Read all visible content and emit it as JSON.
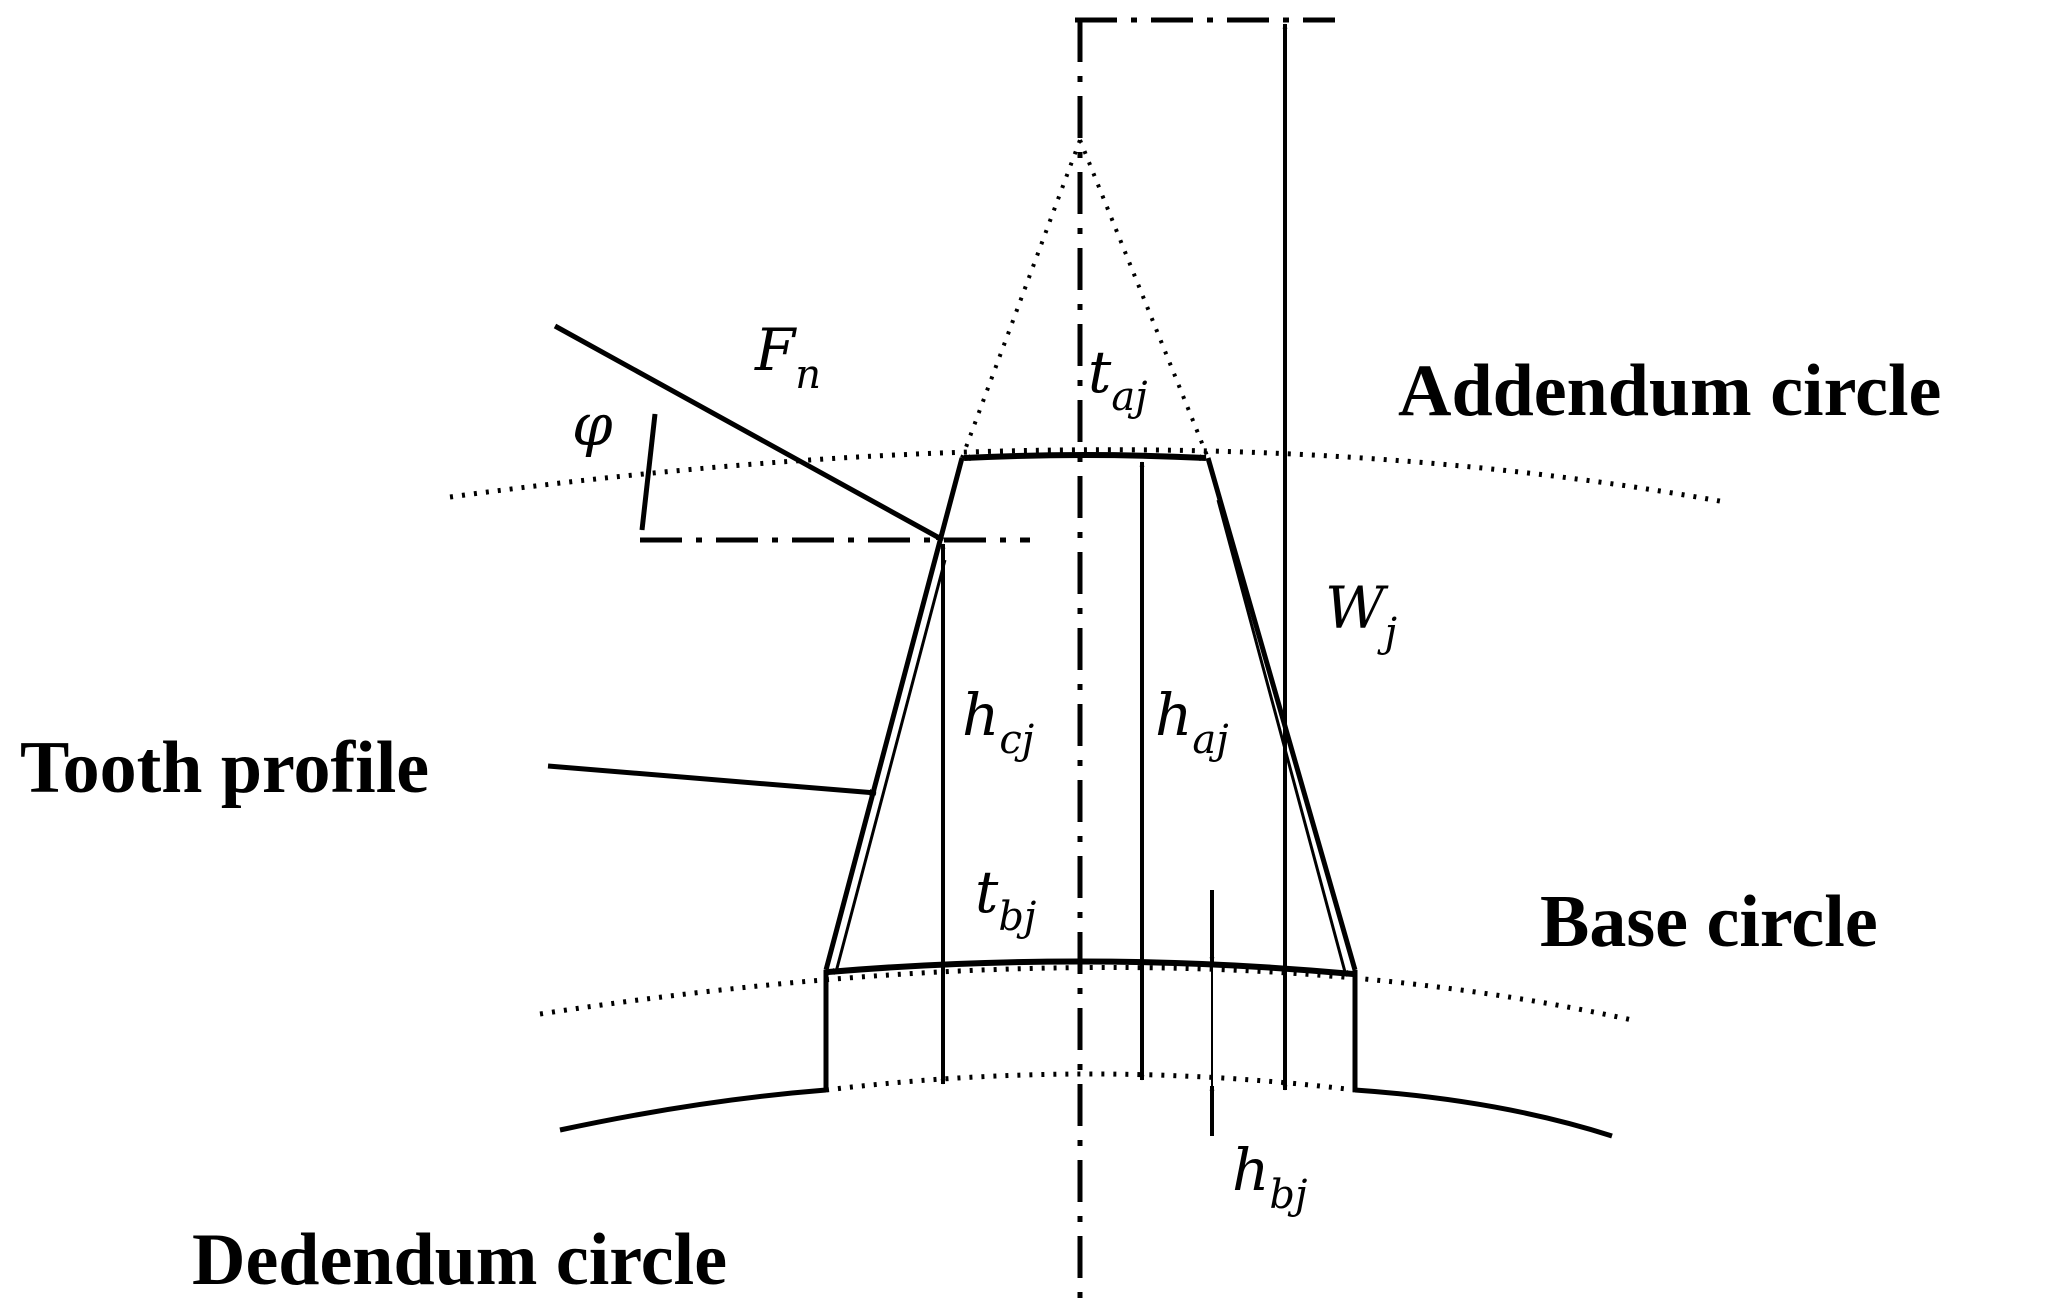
{
  "labels": {
    "addendum_circle": "Addendum circle",
    "base_circle": "Base circle",
    "dedendum_circle": "Dedendum circle",
    "tooth_profile": "Tooth profile"
  },
  "symbols": {
    "force": {
      "main": "F",
      "sub": "n"
    },
    "angle": {
      "main": "φ"
    },
    "top_thickness": {
      "main": "t",
      "sub": "aj"
    },
    "base_thickness": {
      "main": "t",
      "sub": "bj"
    },
    "width": {
      "main": "W",
      "sub": "j"
    },
    "contact_height": {
      "main": "h",
      "sub": "cj"
    },
    "addendum_height": {
      "main": "h",
      "sub": "aj"
    },
    "base_height": {
      "main": "h",
      "sub": "bj"
    }
  },
  "colors": {
    "stroke": "#000000",
    "background": "#ffffff"
  }
}
